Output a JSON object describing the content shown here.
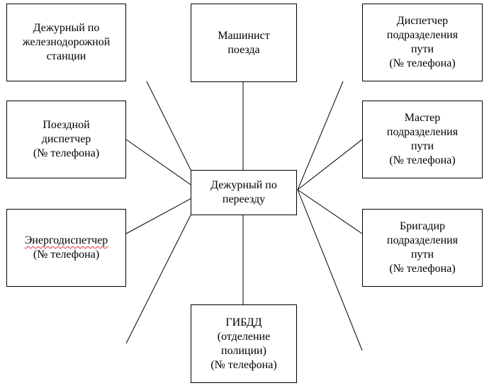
{
  "diagram": {
    "center": {
      "label": "Дежурный по\nпереезду"
    },
    "top": {
      "label": "Машинист\nпоезда"
    },
    "bottom": {
      "label": "ГИБДД\n(отделение\nполиции)\n(№ телефона)"
    },
    "left": [
      {
        "label": "Дежурный по\nжелезнодорожной\nстанции"
      },
      {
        "label": "Поездной\nдиспетчер\n(№ телефона)"
      },
      {
        "label_word": "Энергодиспетчер",
        "label_rest": "(№ телефона)"
      }
    ],
    "right": [
      {
        "label": "Диспетчер\nподразделения\nпути\n(№ телефона)"
      },
      {
        "label": "Мастер\nподразделения\nпути\n(№ телефона)"
      },
      {
        "label": "Бригадир\nподразделения\nпути\n(№ телефона)"
      }
    ]
  }
}
